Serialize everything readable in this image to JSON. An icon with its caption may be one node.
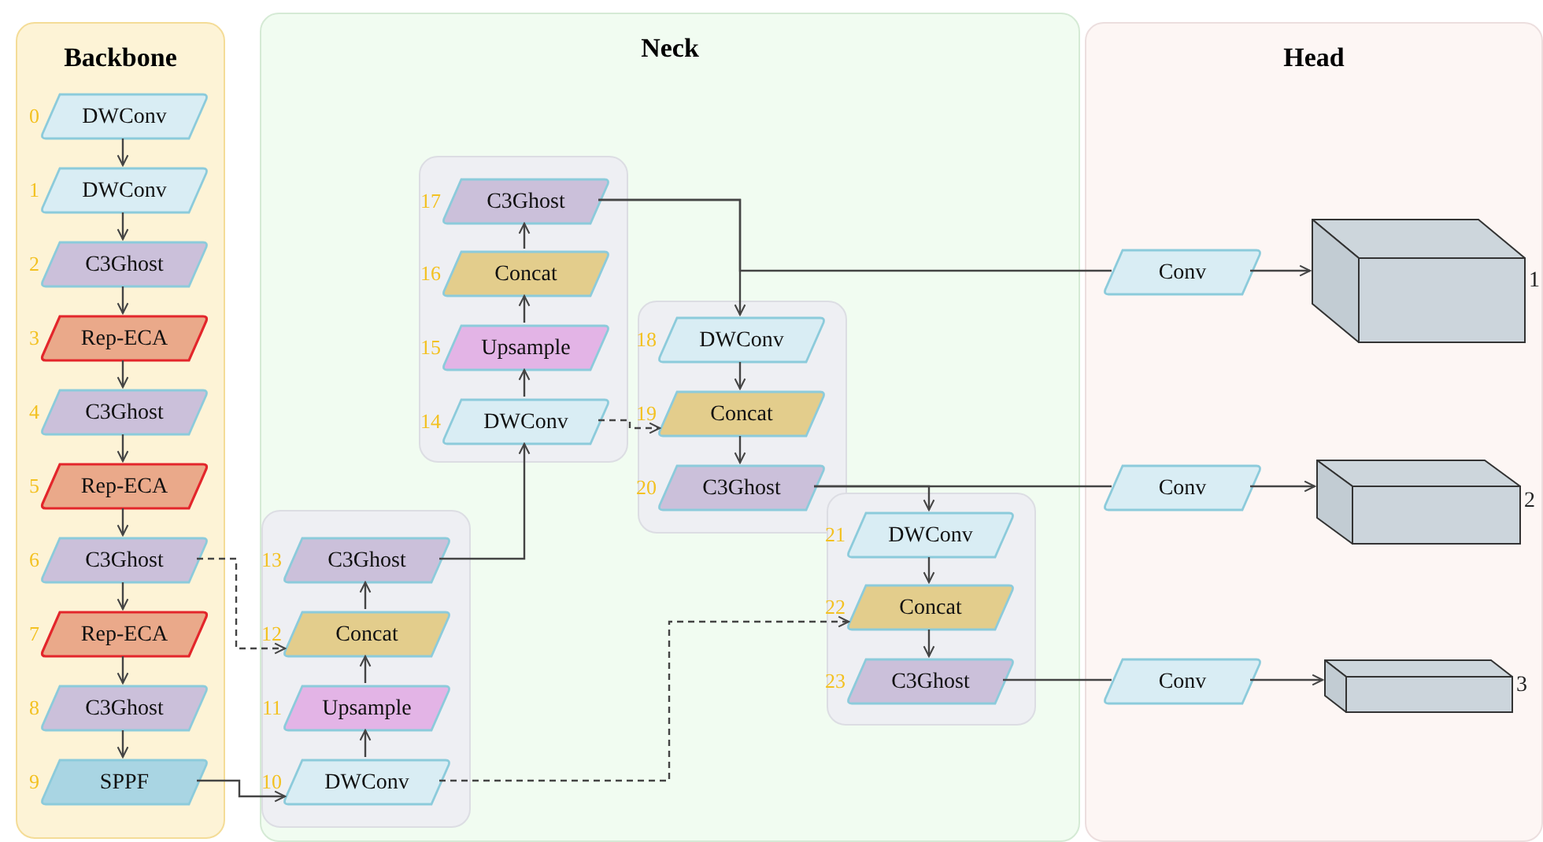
{
  "diagram": {
    "nodes": [
      {
        "text": [
          "Backbone"
        ]
      },
      {
        "text": [
          "DWConv"
        ],
        "in": 0,
        "beside": [
          "0"
        ]
      },
      {
        "text": [
          "DWConv"
        ],
        "in": 0,
        "beside": [
          "1"
        ]
      },
      {
        "text": [
          "C3Ghost"
        ],
        "in": 0,
        "beside": [
          "2"
        ]
      },
      {
        "text": [
          "Rep-ECA"
        ],
        "in": 0,
        "beside": [
          "3"
        ]
      },
      {
        "text": [
          "C3Ghost"
        ],
        "in": 0,
        "beside": [
          "4"
        ]
      },
      {
        "text": [
          "Rep-ECA"
        ],
        "in": 0,
        "beside": [
          "5"
        ]
      },
      {
        "text": [
          "C3Ghost"
        ],
        "in": 0,
        "beside": [
          "6"
        ]
      },
      {
        "text": [
          "Rep-ECA"
        ],
        "in": 0,
        "beside": [
          "7"
        ]
      },
      {
        "text": [
          "C3Ghost"
        ],
        "in": 0,
        "beside": [
          "8"
        ]
      },
      {
        "text": [
          "SPPF"
        ],
        "in": 0,
        "beside": [
          "9"
        ]
      },
      {
        "text": [
          "Neck"
        ]
      },
      {
        "text": [],
        "shape": "box",
        "in": 11
      },
      {
        "text": [
          "C3Ghost"
        ],
        "in": 12,
        "beside": [
          "13"
        ]
      },
      {
        "text": [
          "Concat"
        ],
        "in": 12,
        "beside": [
          "12"
        ]
      },
      {
        "text": [
          "Upsample"
        ],
        "in": 12,
        "beside": [
          "11"
        ]
      },
      {
        "text": [
          "DWConv"
        ],
        "in": 12,
        "beside": [
          "10"
        ]
      },
      {
        "text": [],
        "shape": "box",
        "in": 11
      },
      {
        "text": [
          "C3Ghost"
        ],
        "in": 17,
        "beside": [
          "17"
        ]
      },
      {
        "text": [
          "Concat"
        ],
        "in": 17,
        "beside": [
          "16"
        ]
      },
      {
        "text": [
          "Upsample"
        ],
        "in": 17,
        "beside": [
          "15"
        ]
      },
      {
        "text": [
          "DWConv"
        ],
        "in": 17,
        "beside": [
          "14"
        ]
      },
      {
        "text": [],
        "shape": "box",
        "in": 11
      },
      {
        "text": [
          "DWConv"
        ],
        "in": 22,
        "beside": [
          "18"
        ]
      },
      {
        "text": [
          "Concat"
        ],
        "in": 22,
        "beside": [
          "19"
        ]
      },
      {
        "text": [
          "C3Ghost"
        ],
        "in": 22,
        "beside": [
          "20"
        ]
      },
      {
        "text": [],
        "shape": "box",
        "in": 11
      },
      {
        "text": [
          "DWConv"
        ],
        "in": 26,
        "beside": [
          "21"
        ]
      },
      {
        "text": [
          "Concat"
        ],
        "in": 26,
        "beside": [
          "22"
        ]
      },
      {
        "text": [
          "C3Ghost"
        ],
        "in": 26,
        "beside": [
          "23"
        ]
      },
      {
        "text": [
          "Head"
        ]
      },
      {
        "text": [
          "Conv"
        ],
        "in": 30
      },
      {
        "text": [],
        "shape": "cuboid",
        "in": 30,
        "beside": [
          "1"
        ]
      },
      {
        "text": [
          "Conv"
        ],
        "in": 30
      },
      {
        "text": [],
        "shape": "cuboid",
        "in": 30,
        "beside": [
          "2"
        ]
      },
      {
        "text": [
          "Conv"
        ],
        "in": 30
      },
      {
        "text": [],
        "shape": "cuboid",
        "in": 30,
        "beside": [
          "3"
        ]
      }
    ],
    "edges": [
      {
        "from": 1,
        "to": 2,
        "arrow": "to"
      },
      {
        "from": 2,
        "to": 3,
        "arrow": "to"
      },
      {
        "from": 3,
        "to": 4,
        "arrow": "to"
      },
      {
        "from": 4,
        "to": 5,
        "arrow": "to"
      },
      {
        "from": 5,
        "to": 6,
        "arrow": "to"
      },
      {
        "from": 6,
        "to": 7,
        "arrow": "to"
      },
      {
        "from": 7,
        "to": 8,
        "arrow": "to"
      },
      {
        "from": 8,
        "to": 9,
        "arrow": "to"
      },
      {
        "from": 9,
        "to": 10,
        "arrow": "to"
      },
      {
        "from": 7,
        "to": 14,
        "arrow": "to",
        "style": "dashed"
      },
      {
        "from": 10,
        "to": 16,
        "arrow": "to"
      },
      {
        "from": 16,
        "to": 15,
        "arrow": "to"
      },
      {
        "from": 15,
        "to": 14,
        "arrow": "to"
      },
      {
        "from": 14,
        "to": 13,
        "arrow": "to"
      },
      {
        "from": 13,
        "to": 21,
        "arrow": "to"
      },
      {
        "from": 21,
        "to": 20,
        "arrow": "to"
      },
      {
        "from": 20,
        "to": 19,
        "arrow": "to"
      },
      {
        "from": 19,
        "to": 18,
        "arrow": "to"
      },
      {
        "from": 18,
        "to": 23,
        "arrow": "to"
      },
      {
        "from": 18,
        "to": 31,
        "arrow": "none"
      },
      {
        "from": 21,
        "to": 24,
        "arrow": "to",
        "style": "dashed"
      },
      {
        "from": 23,
        "to": 24,
        "arrow": "to"
      },
      {
        "from": 24,
        "to": 25,
        "arrow": "to"
      },
      {
        "from": 25,
        "to": 27,
        "arrow": "to"
      },
      {
        "from": 25,
        "to": 33,
        "arrow": "none"
      },
      {
        "from": 16,
        "to": 28,
        "arrow": "to",
        "style": "dashed"
      },
      {
        "from": 27,
        "to": 28,
        "arrow": "to"
      },
      {
        "from": 28,
        "to": 29,
        "arrow": "to"
      },
      {
        "from": 29,
        "to": 35,
        "arrow": "none"
      },
      {
        "from": 31,
        "to": 32,
        "arrow": "to"
      },
      {
        "from": 33,
        "to": 34,
        "arrow": "to"
      },
      {
        "from": 35,
        "to": 36,
        "arrow": "to"
      }
    ]
  }
}
